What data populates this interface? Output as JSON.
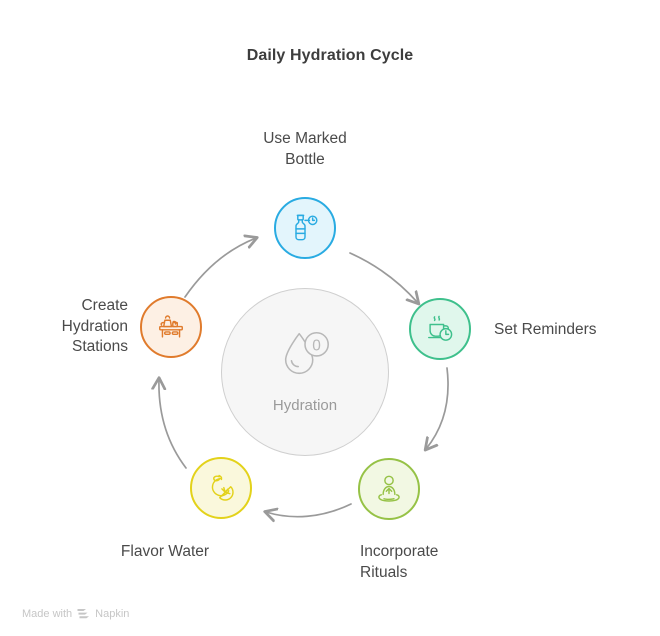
{
  "title": "Daily Hydration Cycle",
  "hub": {
    "label": "Hydration",
    "icon": "water-drop-zero-icon",
    "badge_value": "0",
    "fill": "#f6f6f6",
    "stroke": "#cfcfcf",
    "text_color": "#9a9a9a"
  },
  "arrow_color": "#9a9a9a",
  "nodes": [
    {
      "id": "use-marked-bottle",
      "label": "Use Marked\nBottle",
      "label_lines": [
        "Use Marked",
        "Bottle"
      ],
      "icon": "water-bottle-clock-icon",
      "stroke": "#29ABE2",
      "fill": "#E3F5FC",
      "position": "top"
    },
    {
      "id": "set-reminders",
      "label": "Set Reminders",
      "label_lines": [
        "Set Reminders"
      ],
      "icon": "mug-clock-icon",
      "stroke": "#3EC08C",
      "fill": "#E0F7EC",
      "position": "right"
    },
    {
      "id": "incorporate-rituals",
      "label": "Incorporate Rituals",
      "label_lines": [
        "Incorporate",
        "Rituals"
      ],
      "icon": "meditating-person-icon",
      "stroke": "#96C246",
      "fill": "#F2F8E3",
      "position": "bottom-right"
    },
    {
      "id": "flavor-water",
      "label": "Flavor Water",
      "label_lines": [
        "Flavor Water"
      ],
      "icon": "citrus-fruit-icon",
      "stroke": "#E3D21A",
      "fill": "#FAF8DC",
      "position": "bottom-left"
    },
    {
      "id": "create-hydration-stations",
      "label": "Create Hydration Stations",
      "label_lines": [
        "Create",
        "Hydration",
        "Stations"
      ],
      "icon": "hydration-station-table-icon",
      "stroke": "#E07B2C",
      "fill": "#FDF0E4",
      "position": "left"
    }
  ],
  "flow": [
    {
      "from": "use-marked-bottle",
      "to": "set-reminders"
    },
    {
      "from": "set-reminders",
      "to": "incorporate-rituals"
    },
    {
      "from": "incorporate-rituals",
      "to": "flavor-water"
    },
    {
      "from": "flavor-water",
      "to": "create-hydration-stations"
    },
    {
      "from": "create-hydration-stations",
      "to": "use-marked-bottle"
    }
  ],
  "watermark": {
    "prefix": "Made with",
    "brand": "Napkin",
    "icon": "napkin-logo-icon"
  }
}
